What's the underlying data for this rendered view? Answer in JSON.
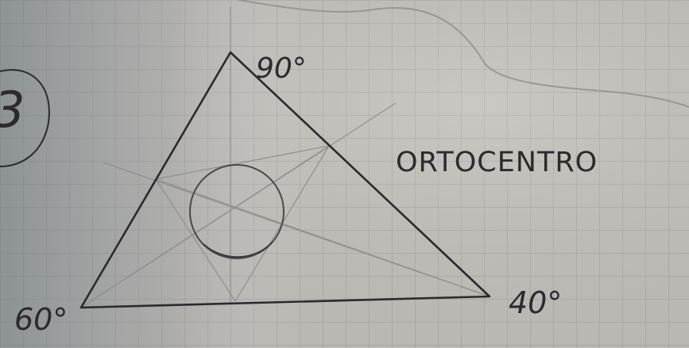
{
  "labels": {
    "problem_number": "3",
    "angle_top": "90°",
    "angle_left": "60°",
    "angle_right": "40°",
    "title": "ORTOCENTRO"
  },
  "colors": {
    "paper": "#c4c1bc",
    "grid": "#a7a5a3",
    "ink": "#2c2a2d",
    "construction": "#8c8a8c"
  }
}
